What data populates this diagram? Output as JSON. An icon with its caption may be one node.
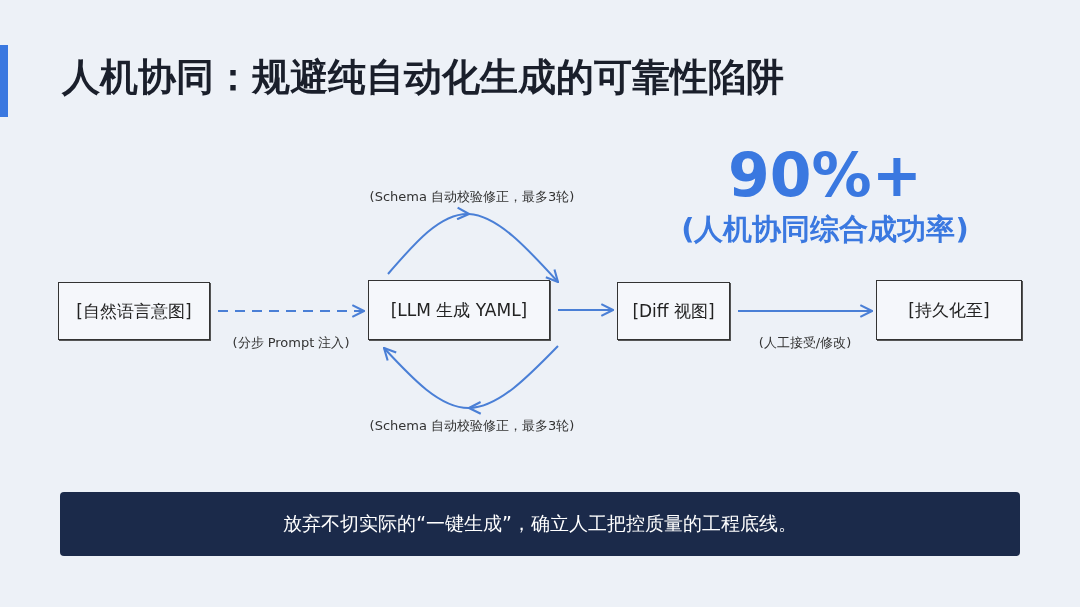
{
  "diagram": {
    "title": "人机协同：规避纯自动化生成的可靠性陷阱",
    "nodes": [
      {
        "text": [
          "[自然语言意图]"
        ]
      },
      {
        "text": [
          "[LLM 生成 YAML]"
        ]
      },
      {
        "text": [
          "[Diff 视图]"
        ]
      },
      {
        "text": [
          "[持久化至]"
        ]
      },
      {
        "text": [
          "放弃不切实际的“一键生成”，确立人工把控质量的工程底线。"
        ]
      }
    ],
    "edges": [
      {
        "from": 0,
        "to": 1,
        "arrow": "to",
        "style": "dashed",
        "label": "(分步 Prompt 注入)"
      },
      {
        "from": 1,
        "to": 1,
        "arrow": "to",
        "label": "(Schema 自动校验修正，最多3轮)"
      },
      {
        "from": 1,
        "to": 1,
        "arrow": "to",
        "label": "(Schema 自动校验修正，最多3轮)"
      },
      {
        "from": 1,
        "to": 2,
        "arrow": "to"
      },
      {
        "from": 2,
        "to": 3,
        "arrow": "to",
        "label": "(人工接受/修改)"
      }
    ],
    "labels": [
      "90%+",
      "(人机协同综合成功率)"
    ]
  }
}
